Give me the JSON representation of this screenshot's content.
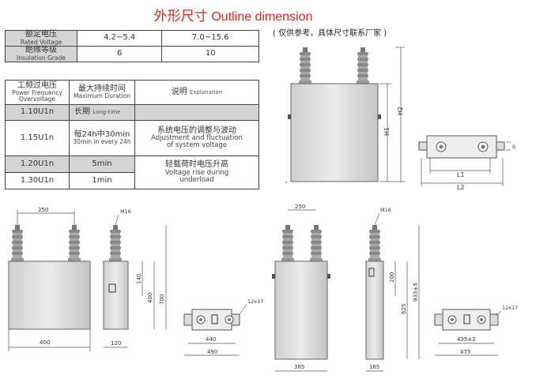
{
  "title": {
    "cn": "外形尺寸",
    "en": "Outline dimension"
  },
  "note": "( 仅供参考，具体尺寸联系厂家 )",
  "spec_table": {
    "rows": [
      {
        "cn": "额定电压",
        "en": "Rated Voltage",
        "v1": "4.2~5.4",
        "v2": "7.0~15.6"
      },
      {
        "cn": "绝缘等级",
        "en": "Insulation Grade",
        "v1": "6",
        "v2": "10"
      }
    ]
  },
  "overvoltage_table": {
    "headers": {
      "c1_cn": "工频过电压",
      "c1_en1": "Power Frequency",
      "c1_en2": "Overvoltage",
      "c2_cn": "最大持续时间",
      "c2_en": "Maximum Duration",
      "c3_cn": "说明",
      "c3_en": "Explanation"
    },
    "rows": [
      {
        "level": "1.10U1n",
        "dur_cn": "长期",
        "dur_en": "Long-time"
      },
      {
        "level": "1.15U1n",
        "dur_cn": "每24h中30min",
        "dur_en": "30min in every 24h"
      },
      {
        "level": "1.20U1n",
        "dur": "5min"
      },
      {
        "level": "1.30U1n",
        "dur": "1min"
      }
    ],
    "expl1_cn": "系统电压的调整与波动",
    "expl1_en1": "Adjustment and fluctuation",
    "expl1_en2": "of system voltage",
    "expl2_cn": "轻载荷时电压升高",
    "expl2_en1": "Voltage rise during",
    "expl2_en2": "underload"
  },
  "drawing_labels": {
    "h1": "H1",
    "h2": "H2",
    "l1": "L1",
    "l2": "L2",
    "s": "s",
    "d1_w250": "250",
    "d1_w400": "400",
    "d1_m16": "M16",
    "d1_140": "140",
    "d1_400": "400",
    "d1_700": "700",
    "d1_120": "120",
    "d1_slot": "12x17",
    "d1_440": "440",
    "d1_490": "490",
    "d2_w250": "250",
    "d2_m16": "M16",
    "d2_200": "200",
    "d2_625": "625",
    "d2_933": "933±5",
    "d2_385": "385",
    "d2_165": "165",
    "d2_slot": "12x17",
    "d2_435": "435±2",
    "d2_475": "475"
  }
}
